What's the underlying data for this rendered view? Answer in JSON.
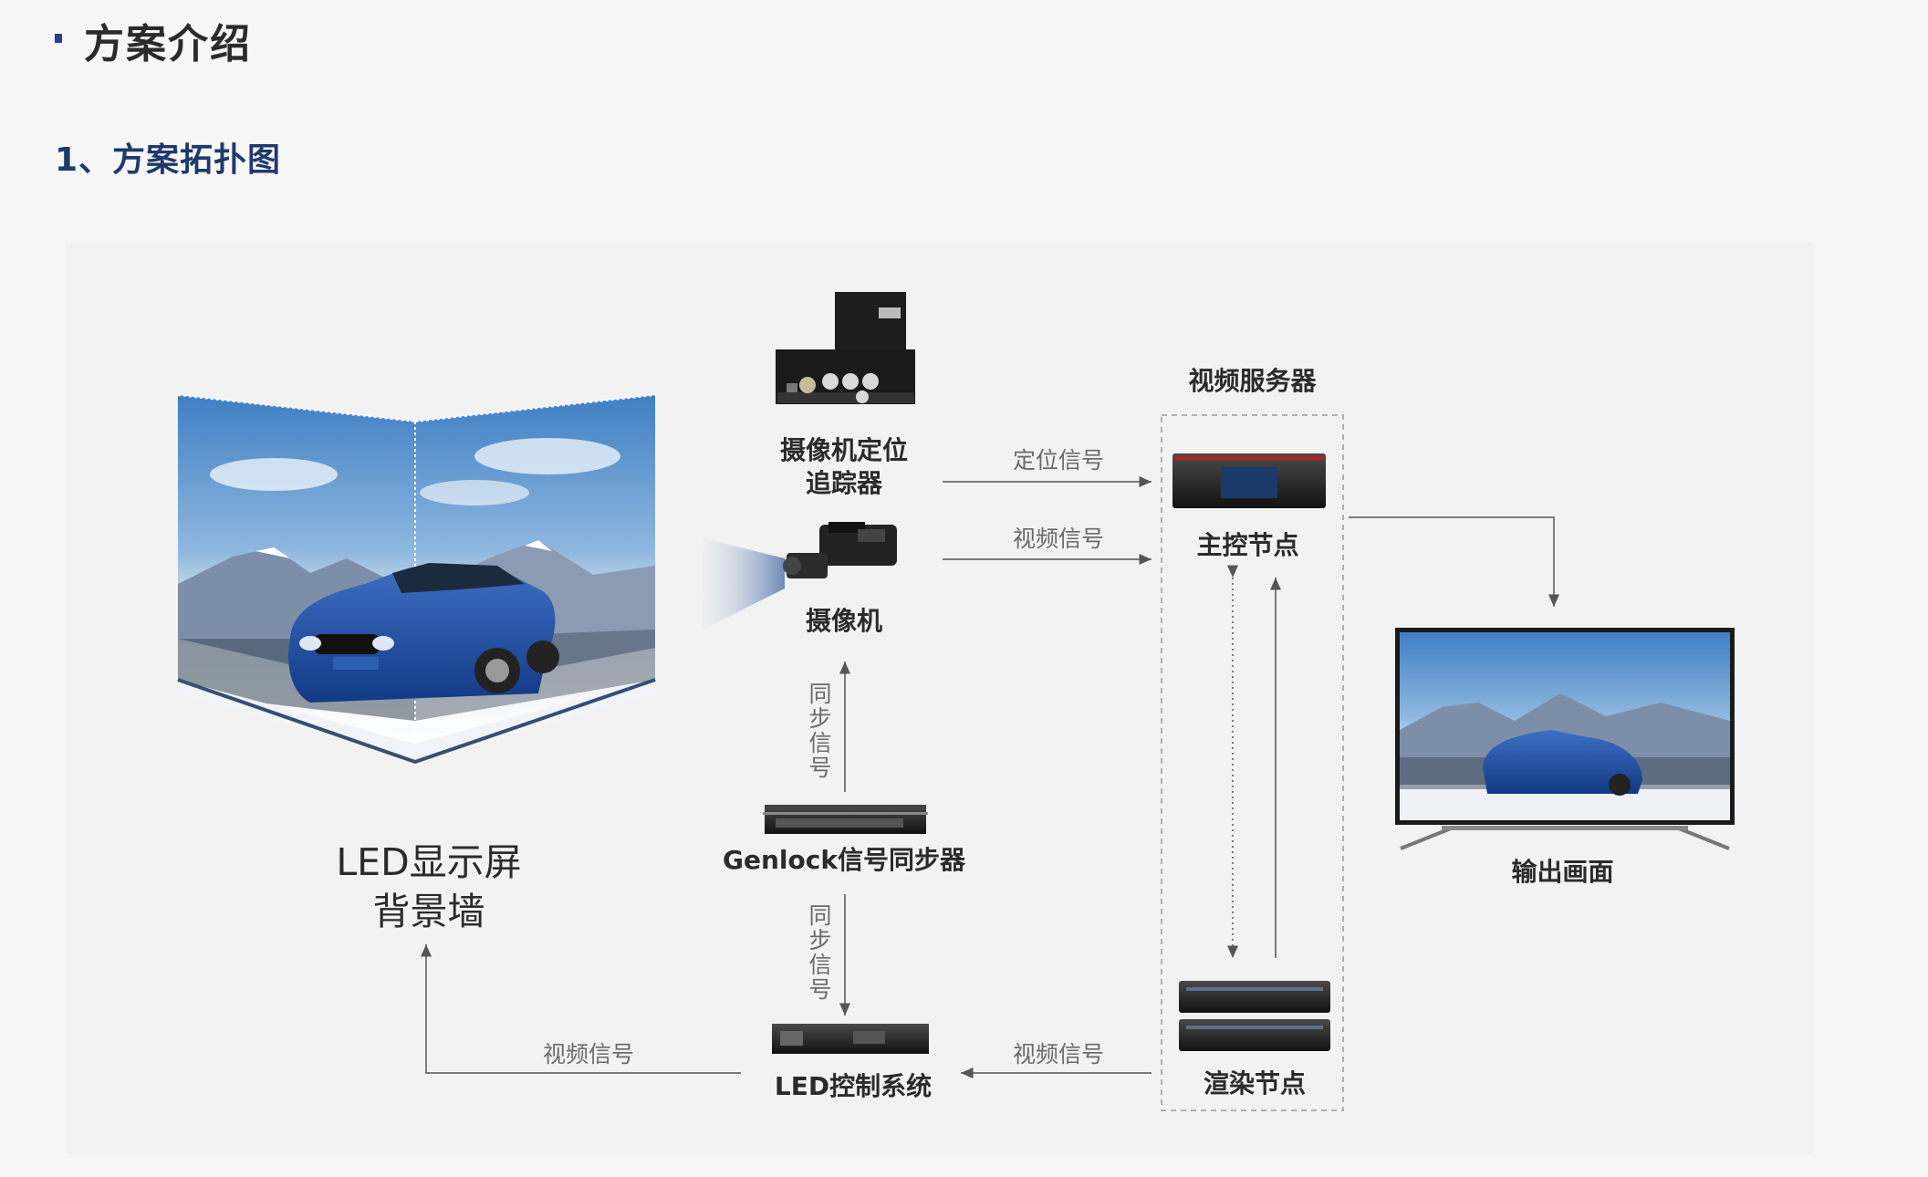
{
  "header": {
    "section_title": "方案介绍",
    "sub_title": "1、方案拓扑图"
  },
  "diagram": {
    "nodes": {
      "led_wall": {
        "line1": "LED显示屏",
        "line2": "背景墙"
      },
      "tracker": {
        "line1": "摄像机定位",
        "line2": "追踪器"
      },
      "camera": {
        "label": "摄像机"
      },
      "genlock": {
        "label": "Genlock信号同步器"
      },
      "led_controller": {
        "label": "LED控制系统"
      },
      "video_server": {
        "label": "视频服务器"
      },
      "master_node": {
        "label": "主控节点"
      },
      "render_node": {
        "label": "渲染节点"
      },
      "output": {
        "label": "输出画面"
      }
    },
    "edges": {
      "tracker_to_master": "定位信号",
      "camera_to_master": "视频信号",
      "genlock_to_camera": "同步信号",
      "genlock_to_controller": "同步信号",
      "render_to_controller": "视频信号",
      "controller_to_wall": "视频信号"
    }
  },
  "colors": {
    "accent_dark_blue": "#1f3a6a",
    "bullet_blue": "#2a3f8f",
    "line_gray": "#555555"
  }
}
